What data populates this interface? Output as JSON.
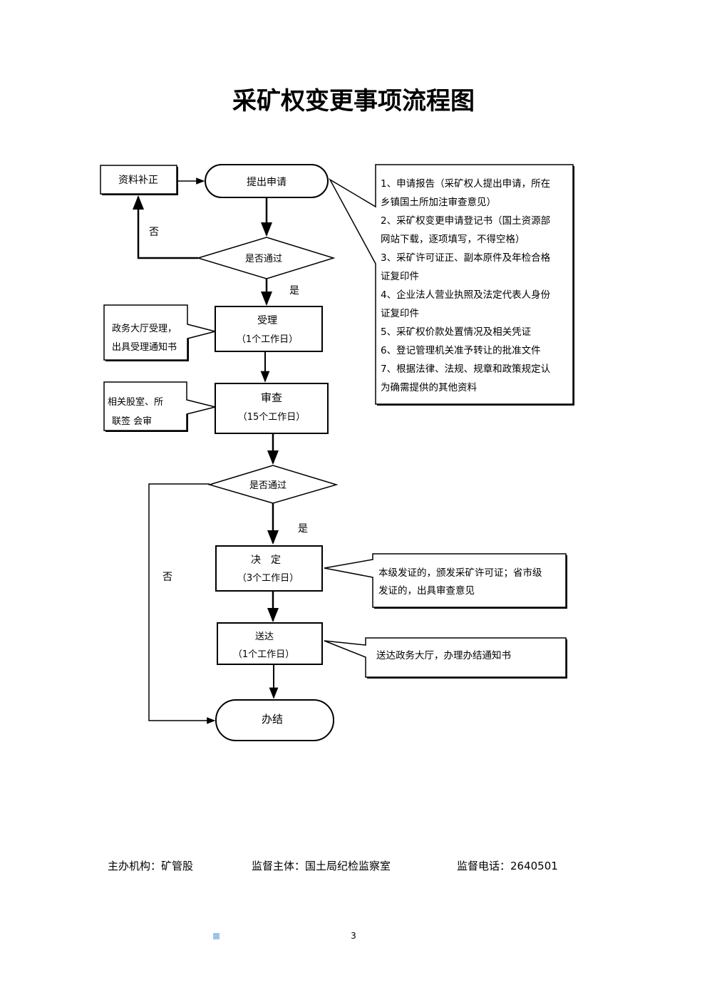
{
  "title": "采矿权变更事项流程图",
  "nodes": {
    "supplement": "资料补正",
    "apply": "提出申请",
    "check1": "是否通过",
    "accept_title": "受理",
    "accept_days": "（1个工作日）",
    "review_title": "审查",
    "review_days": "（15个工作日）",
    "check2": "是否通过",
    "decide_title": "决　定",
    "decide_days": "（3个工作日）",
    "deliver_title": "送达",
    "deliver_days": "（1个工作日）",
    "finish": "办结"
  },
  "edge_labels": {
    "no1": "否",
    "yes1": "是",
    "yes2": "是",
    "no2": "否"
  },
  "callouts": {
    "accept_note": [
      "政务大厅受理，",
      "出具受理通知书"
    ],
    "review_note": [
      "相关股室、所",
      "联签  会审"
    ],
    "apply_note": [
      "1、申请报告（采矿权人提出申请，所在",
      "乡镇国土所加注审查意见）",
      "2、采矿权变更申请登记书（国土资源部",
      "网站下载，逐项填写，不得空格）",
      "3、采矿许可证正、副本原件及年检合格",
      "证复印件",
      "4、企业法人营业执照及法定代表人身份",
      "证复印件",
      "5、采矿权价款处置情况及相关凭证",
      "6、登记管理机关准予转让的批准文件",
      "7、根据法律、法规、规章和政策规定认",
      "为确需提供的其他资料"
    ],
    "decide_note": [
      "本级发证的，颁发采矿许可证；省市级",
      "发证的，出具审查意见"
    ],
    "deliver_note": [
      "送达政务大厅，办理办结通知书"
    ]
  },
  "footer": {
    "organizer": "主办机构：矿管股",
    "supervisor": "监督主体：国土局纪检监察室",
    "phone": "监督电话：2640501"
  },
  "page_number": "3"
}
